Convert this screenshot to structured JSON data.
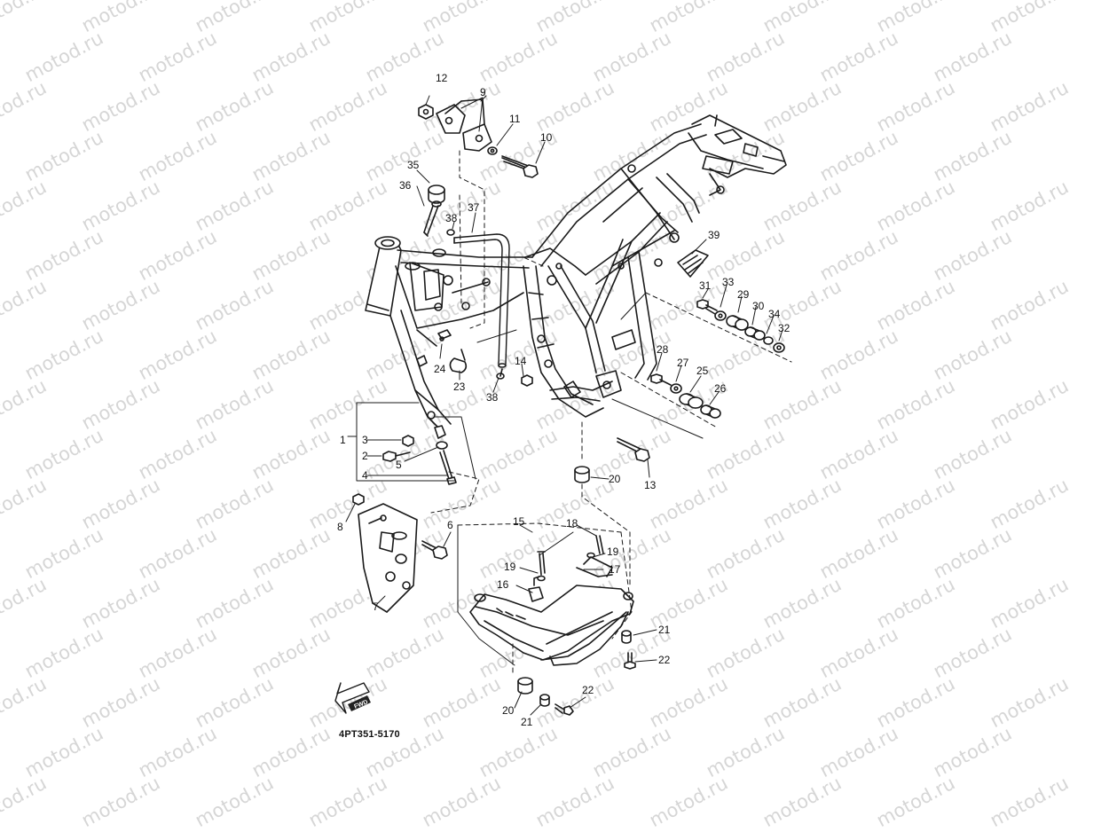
{
  "watermark": {
    "text": "motod.ru",
    "color": "#d6d6d6"
  },
  "diagram_code": "4PT351-5170",
  "fwd_label": "FWD",
  "callouts": {
    "c1": "1",
    "c2": "2",
    "c3": "3",
    "c4": "4",
    "c5": "5",
    "c6": "6",
    "c7": "7",
    "c8": "8",
    "c9": "9",
    "c10": "10",
    "c11": "11",
    "c12": "12",
    "c13": "13",
    "c14": "14",
    "c15": "15",
    "c16": "16",
    "c17": "17",
    "c18": "18",
    "c19a": "19",
    "c19b": "19",
    "c20a": "20",
    "c20b": "20",
    "c21a": "21",
    "c21b": "21",
    "c22a": "22",
    "c22b": "22",
    "c23": "23",
    "c24": "24",
    "c25": "25",
    "c26": "26",
    "c27": "27",
    "c28": "28",
    "c29": "29",
    "c30": "30",
    "c31": "31",
    "c32": "32",
    "c33": "33",
    "c34": "34",
    "c35": "35",
    "c36": "36",
    "c37": "37",
    "c38a": "38",
    "c38b": "38",
    "c39": "39"
  }
}
